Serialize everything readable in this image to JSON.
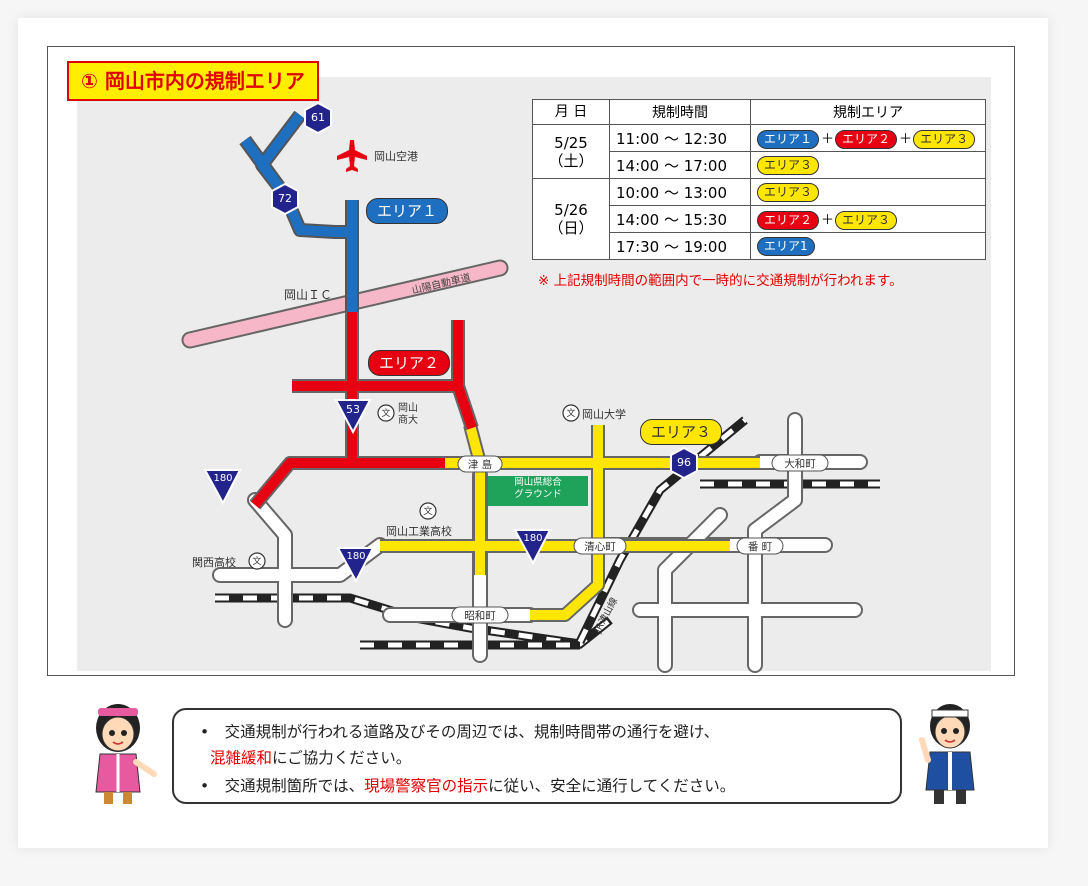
{
  "title": "① 岡山市内の規制エリア",
  "table": {
    "headers": [
      "月 日",
      "規制時間",
      "規制エリア"
    ],
    "dates": [
      {
        "line1": "5/25",
        "line2": "（土）"
      },
      {
        "line1": "5/26",
        "line2": "（日）"
      }
    ],
    "rows": [
      {
        "time": "11:00 ～ 12:30",
        "areas": [
          "エリア１",
          "エリア２",
          "エリア３"
        ]
      },
      {
        "time": "14:00 ～ 17:00",
        "areas": [
          "エリア３"
        ]
      },
      {
        "time": "10:00 ～ 13:00",
        "areas": [
          "エリア３"
        ]
      },
      {
        "time": "14:00 ～ 15:30",
        "areas": [
          "エリア２",
          "エリア３"
        ]
      },
      {
        "time": "17:30 ～ 19:00",
        "areas": [
          "エリア1"
        ]
      }
    ],
    "note": "※ 上記規制時間の範囲内で一時的に交通規制が行われます。"
  },
  "map": {
    "area1": "エリア１",
    "area2": "エリア２",
    "area3": "エリア３",
    "airport": "岡山空港",
    "ic": "岡山ＩＣ",
    "expressway": "山陽自動車道",
    "shodai": "岡山\n商大",
    "okadai": "岡山大学",
    "tsushima": "津 島",
    "ground": "岡山県総合\nグラウンド",
    "kogyo": "岡山工業高校",
    "kanzei": "関西高校",
    "seishin": "清心町",
    "showa": "昭和町",
    "yamato": "大和町",
    "bancho": "番 町",
    "jr": "JR津山線",
    "routes": [
      "61",
      "72",
      "53",
      "180",
      "180",
      "180",
      "96"
    ]
  },
  "colors": {
    "area1": "#1f6fc0",
    "area2": "#e60012",
    "area3": "#ffe600",
    "expressway": "#f6b8c8"
  },
  "info": {
    "line1_a": "•　交通規制が行われる道路及びその周辺では、規制時間帯の通行を避け、",
    "line2_red": "混雑緩和",
    "line2_b": "にご協力ください。",
    "line3_a": "•　交通規制箇所では、",
    "line3_red": "現場警察官の指示",
    "line3_b": "に従い、安全に通行してください。"
  }
}
